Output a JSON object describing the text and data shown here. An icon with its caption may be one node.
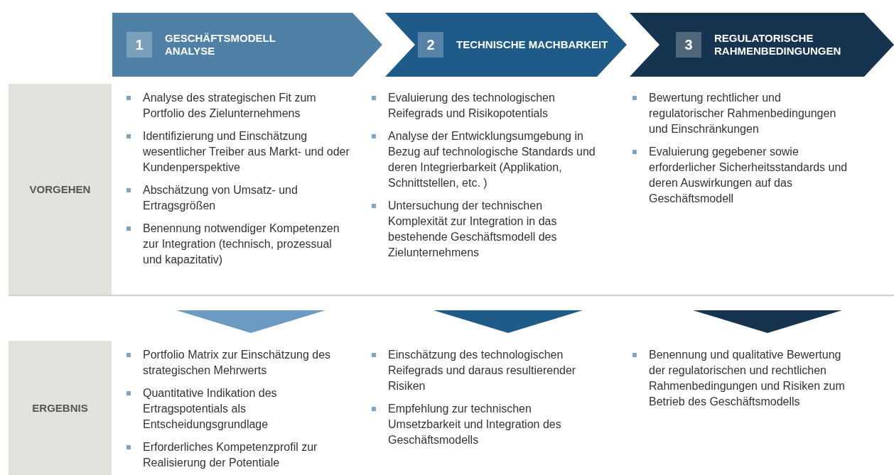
{
  "diagram": {
    "nodes": [
      {
        "text": [
          "1",
          "GESCHÄFTSMODELL ANALYSE"
        ]
      },
      {
        "text": [
          "2",
          "TECHNISCHE MACHBARKEIT"
        ]
      },
      {
        "text": [
          "3",
          "REGULATORISCHE RAHMENBEDINGUNGEN"
        ]
      },
      {
        "text": [
          "VORGEHEN"
        ]
      },
      {
        "text": [
          "ERGEBNIS"
        ]
      }
    ],
    "labels": [
      "Analyse des strategischen Fit zum Portfolio des Zielunternehmens",
      "Identifizierung und Einschätzung wesentlicher Treiber aus Markt- und oder Kundenperspektive",
      "Abschätzung von Umsatz- und Ertragsgrößen",
      "Benennung notwendiger Kompetenzen zur Integration (technisch, prozessual und kapazitativ)",
      "Evaluierung des technologischen Reifegrads und Risikopotentials",
      "Analyse der Entwicklungsumgebung in Bezug auf technologische Standards und deren Integrierbarkeit (Applikation, Schnittstellen, etc. )",
      "Untersuchung der technischen Komplexität zur Integration in das bestehende Geschäftsmodell des Zielunternehmens",
      "Bewertung rechtlicher und regulatorischer Rahmenbedingungen und Einschränkungen",
      "Evaluierung gegebener sowie erforderlicher Sicherheitsstandards und deren Auswirkungen auf das Geschäftsmodell",
      "Portfolio Matrix zur Einschätzung des strategischen Mehrwerts",
      "Quantitative Indikation des Ertragspotentials als Entscheidungsgrundlage",
      "Erforderliches Kompetenzprofil zur Realisierung der Potentiale",
      "Einschätzung des technologischen Reifegrads und daraus resultierender Risiken",
      "Empfehlung zur technischen Umsetzbarkeit und Integration des Geschäftsmodells",
      "Benennung und qualitative Bewertung der regulatorischen und rechtlichen Rahmenbedingungen und Risiken zum Betrieb des Geschäftsmodells"
    ]
  }
}
